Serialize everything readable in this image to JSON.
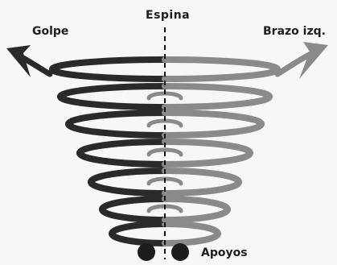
{
  "labels": {
    "spine": "Espina",
    "left_arm": "Golpe",
    "right_arm": "Brazo izq.",
    "supports": "Apoyos"
  },
  "colors": {
    "left_coil": "#2a2a2a",
    "right_coil": "#8a8a8a",
    "spine_line": "#111111",
    "feet": "#1c1c1c",
    "text": "#1e1e1e"
  }
}
